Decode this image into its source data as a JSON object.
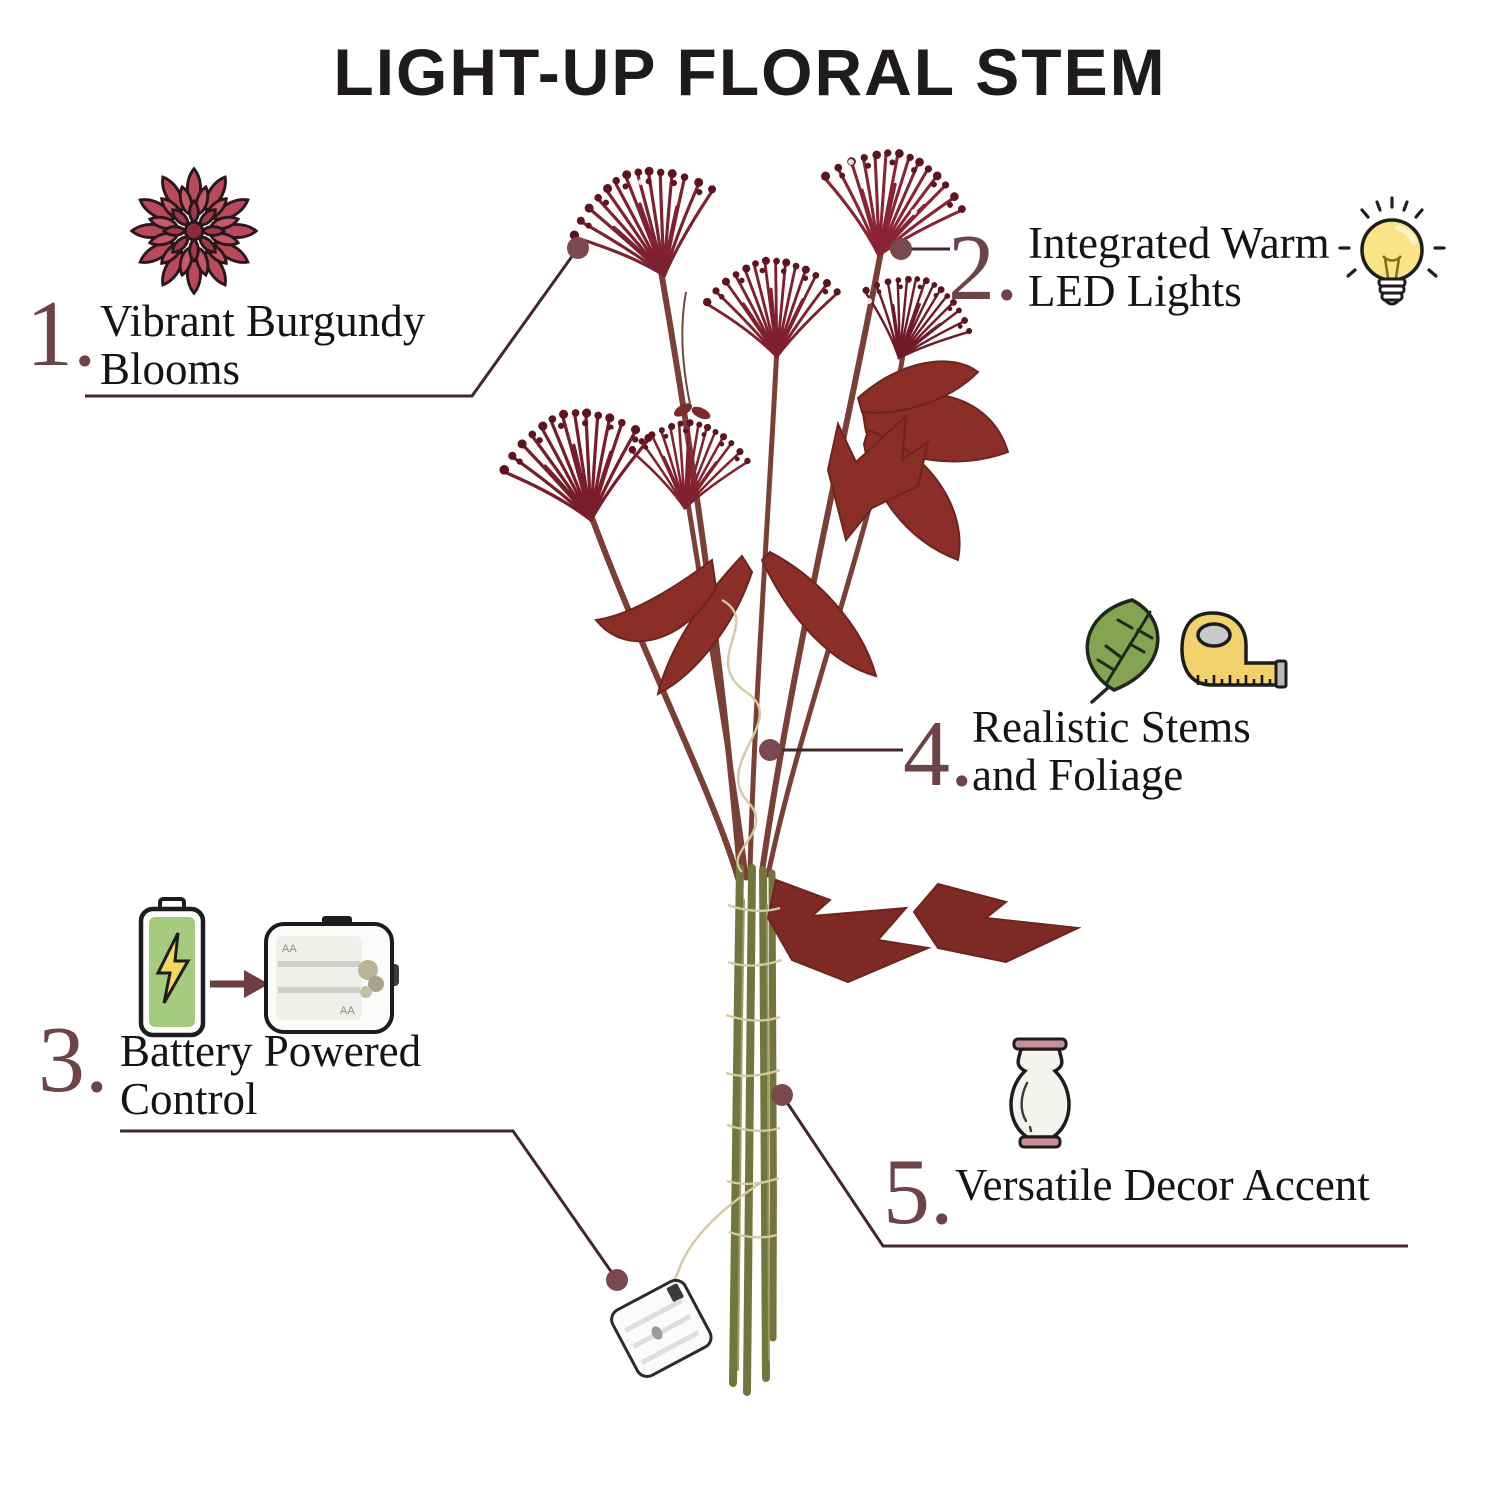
{
  "title": "LIGHT-UP FLORAL STEM",
  "photo_alt": "Burgundy artificial pom-pom flower stems with red foliage, wrapped with a thin LED wire, green bound stems and a small white battery box at the bottom",
  "callouts": [
    {
      "number": "1.",
      "lines": [
        "Vibrant Burgundy",
        "Blooms"
      ],
      "icons": [
        "flower-icon"
      ]
    },
    {
      "number": "2.",
      "lines": [
        "Integrated Warm",
        "LED Lights"
      ],
      "icons": [
        "lightbulb-icon"
      ]
    },
    {
      "number": "3.",
      "lines": [
        "Battery Powered",
        "Control"
      ],
      "icons": [
        "battery-icon",
        "arrow-right-icon",
        "battery-pack-image"
      ]
    },
    {
      "number": "4.",
      "lines": [
        "Realistic Stems",
        "and Foliage"
      ],
      "icons": [
        "leaf-icon",
        "measuring-tape-icon"
      ]
    },
    {
      "number": "5.",
      "lines": [
        "Versatile Decor Accent"
      ],
      "icons": [
        "vase-icon"
      ]
    }
  ],
  "colors": {
    "title_text": "#1f1b1c",
    "accent_number": "#6d4348",
    "leader_line": "#40282b",
    "leader_dot": "#7b494d",
    "bloom_burgundy": "#7c1f2e",
    "foliage_red": "#8a2e27",
    "stem_green": "#73763f",
    "wire_beige": "#d5c9a2",
    "bulb_yellow": "#f9e588",
    "battery_green": "#a6ca7e",
    "leaf_green": "#85a452",
    "tape_yellow": "#f1d26e",
    "vase_pink": "#c78f99"
  }
}
